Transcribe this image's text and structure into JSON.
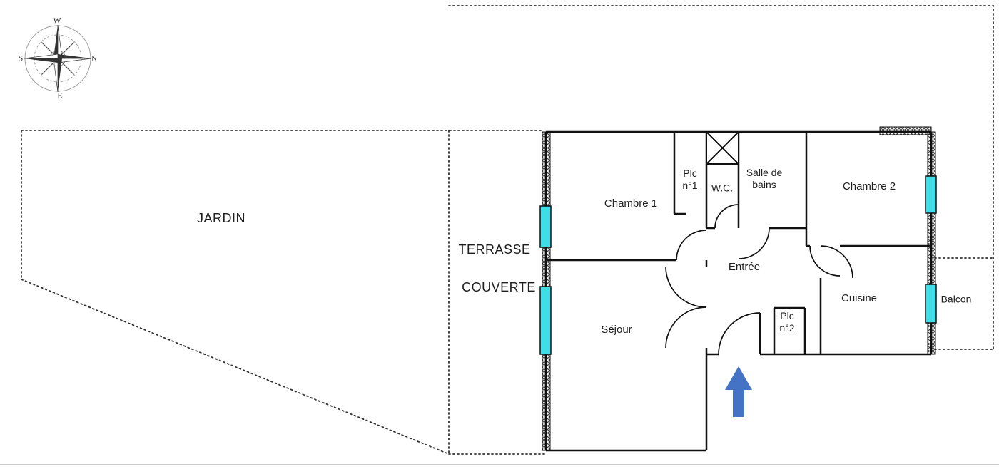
{
  "compass": {
    "north": "N",
    "south": "S",
    "east": "E",
    "west": "W"
  },
  "labels": {
    "jardin": "JARDIN",
    "terrasse_line1": "TERRASSE",
    "terrasse_line2": "COUVERTE",
    "chambre1": "Chambre 1",
    "plc1": "Plc\nn°1",
    "wc": "W.C.",
    "salle_de_bains": "Salle de\nbains",
    "chambre2": "Chambre 2",
    "entree": "Entrée",
    "cuisine": "Cuisine",
    "balcon": "Balcon",
    "sejour": "Séjour",
    "plc2": "Plc\nn°2"
  },
  "colors": {
    "window": "#3fdde6",
    "arrow": "#4472c4",
    "wall": "#111111",
    "dotted": "#333333"
  }
}
